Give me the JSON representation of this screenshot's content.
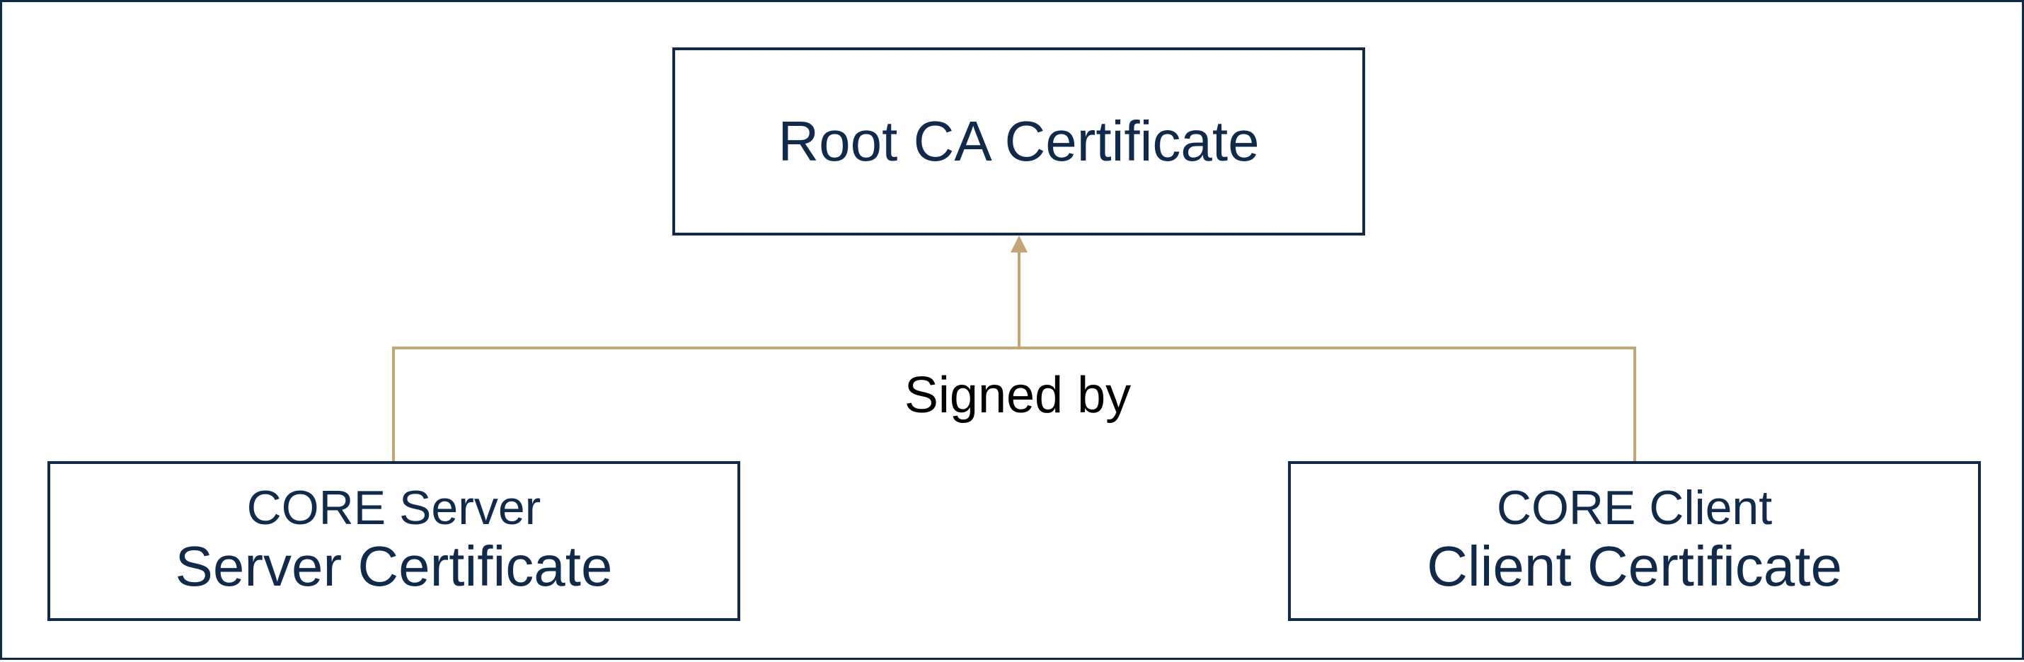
{
  "diagram": {
    "root": {
      "title": "Root CA Certificate"
    },
    "server": {
      "subtitle": "CORE Server",
      "title": "Server Certificate"
    },
    "client": {
      "subtitle": "CORE Client",
      "title": "Client Certificate"
    },
    "edge_label": "Signed by"
  },
  "colors": {
    "box_border": "#0f2a4a",
    "box_text": "#0f2a4a",
    "connector": "#c4a574",
    "label_text": "#000000"
  }
}
